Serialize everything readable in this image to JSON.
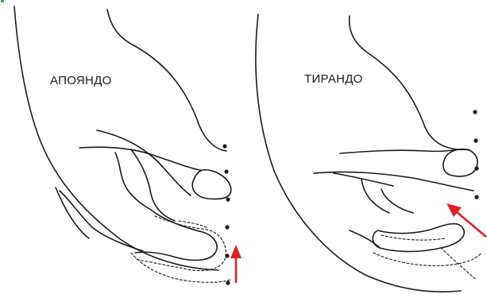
{
  "panels": [
    {
      "label": "АПОЯНДО"
    },
    {
      "label": "ТИРАНДО"
    }
  ],
  "colors": {
    "line": "#1a1a1a",
    "arrow": "#e02020",
    "corner_mark": "#3aa63a"
  },
  "icons": [
    "hand-illustration",
    "motion-arrow",
    "string-dots"
  ]
}
